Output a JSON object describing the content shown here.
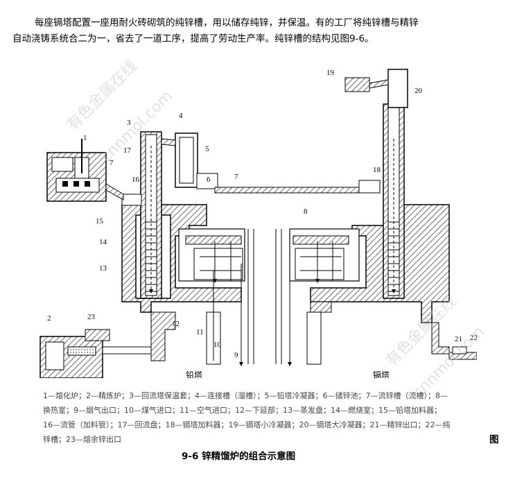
{
  "intro": {
    "line1": "每座镉塔配置一座用耐火砖砌筑的纯锌槽，用以储存纯锌，并保温。有的工厂将纯锌槽与精锌",
    "line2": "自动浇铸系统合二为一，省去了一道工序，提高了劳动生产率。纯锌槽的结构见图9-6。"
  },
  "figure": {
    "label_left_tower": "铅塔",
    "label_right_tower": "镉塔",
    "numbers": [
      "1",
      "2",
      "3",
      "4",
      "5",
      "6",
      "7",
      "8",
      "9",
      "10",
      "11",
      "12",
      "13",
      "14",
      "15",
      "16",
      "17",
      "18",
      "19",
      "20",
      "21",
      "22",
      "23"
    ],
    "watermark1": "有色金属在线",
    "watermark2": "cnnmol.com"
  },
  "legend": {
    "line1": "1—熔化炉；2—精炼炉；3—回流塔保温套；4—连接槽（溜槽）；5—铅塔冷凝器；6—储锌池；7—流锌槽（流槽）；8—",
    "line2": "换热室；9—烟气出口；10—煤气进口；11—空气进口；12—下延部；13—蒸发盘；14—燃烧室；15—铅塔加料器；",
    "line3": "16—流管（加料管）；17—回流盘；18—镉塔加料器；19—镉塔小冷凝器；20—镉塔大冷凝器；21—精锌出口；22—纯",
    "line4": "锌槽；23—熔余锌出口"
  },
  "tu": "图",
  "fig_title": "9-6  锌精馏炉的组合示意图"
}
